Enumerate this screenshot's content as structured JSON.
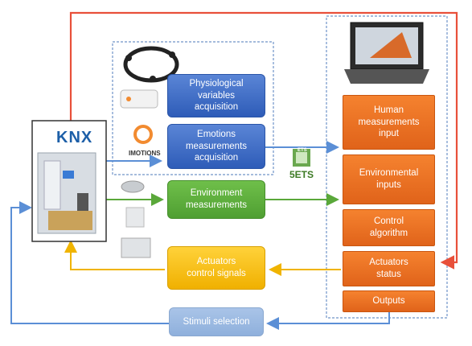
{
  "blocks": {
    "physio": "Physiological\nvariables\nacquisition",
    "emotions": "Emotions\nmeasurements\nacquisition",
    "environment": "Environment\nmeasurements",
    "actuators_ctrl": "Actuators\ncontrol signals",
    "stimuli": "Stimuli selection",
    "human": "Human\nmeasurements\ninput",
    "env_inputs": "Environmental\ninputs",
    "control": "Control\nalgorithm",
    "act_status": "Actuators\nstatus",
    "outputs": "Outputs"
  },
  "logos": {
    "knx": "KNX",
    "imotions": "IMOTIONS",
    "ets": "ETS",
    "ets5": "5ETS"
  },
  "colors": {
    "red_line": "#e8503a",
    "blue_line": "#5b8fd6",
    "green_line": "#5aa83a",
    "yellow_line": "#f0b400",
    "dashed_box": "#6f93c8"
  }
}
